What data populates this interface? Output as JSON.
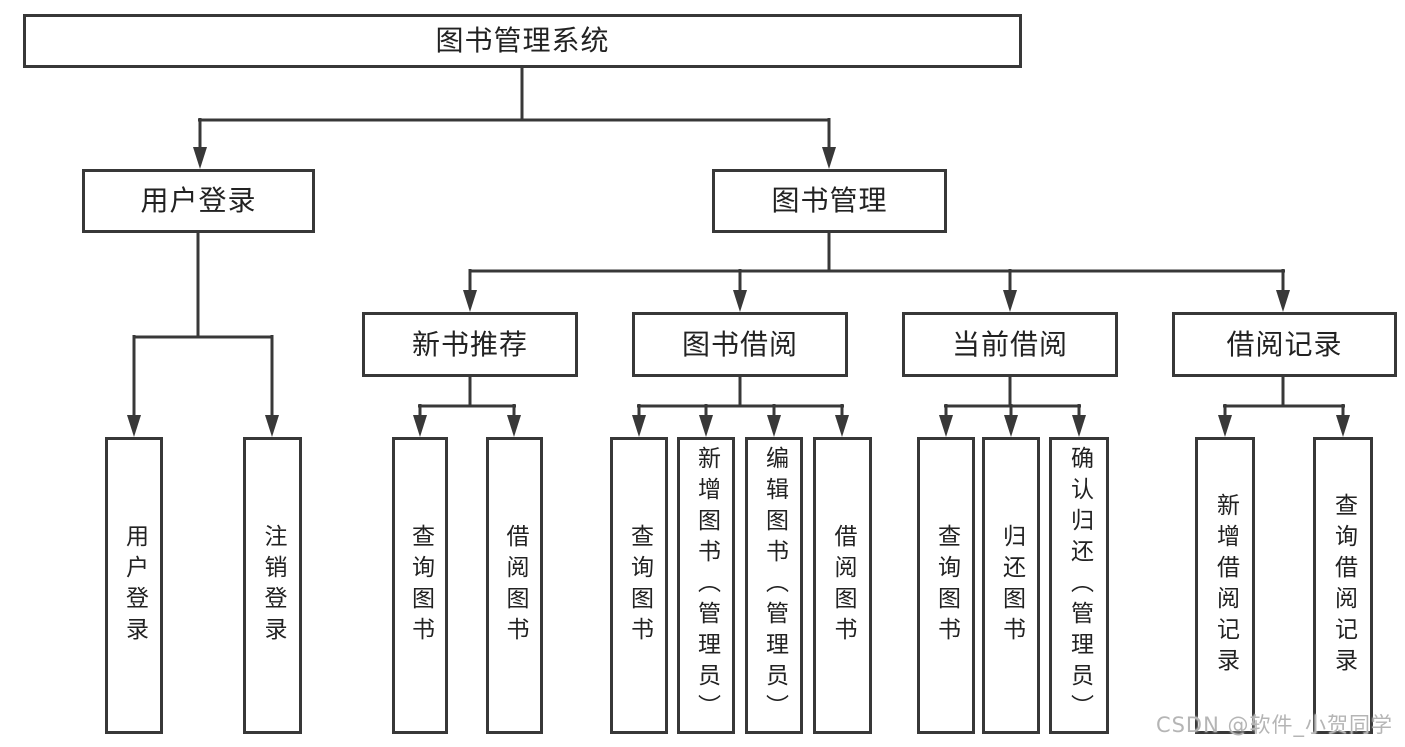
{
  "diagram": {
    "type": "hierarchy-tree",
    "line_color": "#383838",
    "box_border_color": "#383838",
    "text_color": "#222222",
    "background_color": "#ffffff",
    "watermark_color": "#b5b5b5"
  },
  "tree": {
    "root": {
      "label": "图书管理系统",
      "children": [
        {
          "label": "用户登录",
          "children": [
            {
              "label": "用户登录"
            },
            {
              "label": "注销登录"
            }
          ]
        },
        {
          "label": "图书管理",
          "children": [
            {
              "label": "新书推荐",
              "children": [
                {
                  "label": "查询图书"
                },
                {
                  "label": "借阅图书"
                }
              ]
            },
            {
              "label": "图书借阅",
              "children": [
                {
                  "label": "查询图书"
                },
                {
                  "label": "新增图书（管理员）"
                },
                {
                  "label": "编辑图书（管理员）"
                },
                {
                  "label": "借阅图书"
                }
              ]
            },
            {
              "label": "当前借阅",
              "children": [
                {
                  "label": "查询图书"
                },
                {
                  "label": "归还图书"
                },
                {
                  "label": "确认归还（管理员）"
                }
              ]
            },
            {
              "label": "借阅记录",
              "children": [
                {
                  "label": "新增借阅记录"
                },
                {
                  "label": "查询借阅记录"
                }
              ]
            }
          ]
        }
      ]
    }
  },
  "watermark": {
    "text": "CSDN @软件_小贺同学"
  }
}
